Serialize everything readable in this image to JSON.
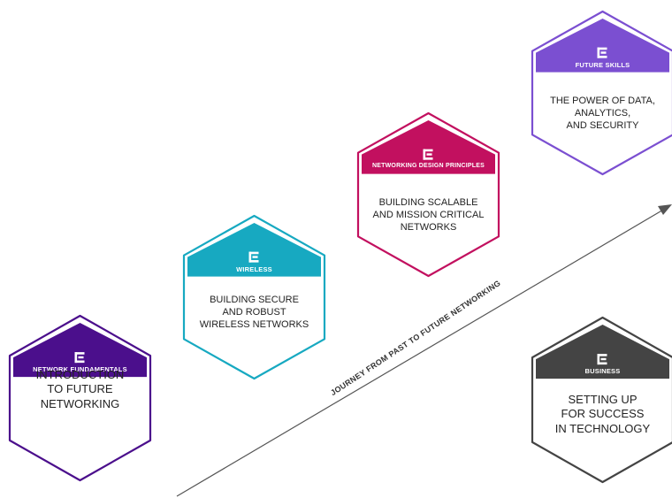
{
  "journey_label": "JOURNEY FROM PAST TO FUTURE NETWORKING",
  "arrow_color": "#555555",
  "badges": [
    {
      "key": "network-fundamentals",
      "title": "NETWORK FUNDAMENTALS",
      "color": "#4b0f8c",
      "icon": "extreme-e-logo-icon",
      "lines": [
        "INTRODUCTION",
        "TO FUTURE",
        "NETWORKING"
      ]
    },
    {
      "key": "wireless",
      "title": "WIRELESS",
      "color": "#17a9c1",
      "icon": "extreme-e-logo-icon",
      "lines": [
        "BUILDING SECURE",
        "AND ROBUST",
        "WIRELESS NETWORKS"
      ]
    },
    {
      "key": "networking-design-principles",
      "title": "NETWORKING DESIGN PRINCIPLES",
      "color": "#c2105f",
      "icon": "extreme-e-logo-icon",
      "lines": [
        "BUILDING SCALABLE",
        "AND MISSION CRITICAL",
        "NETWORKS"
      ]
    },
    {
      "key": "future-skills",
      "title": "FUTURE SKILLS",
      "color": "#7b4fd1",
      "icon": "extreme-e-logo-icon",
      "lines": [
        "THE POWER OF DATA,",
        "ANALYTICS,",
        "AND SECURITY"
      ]
    },
    {
      "key": "business",
      "title": "BUSINESS",
      "color": "#444444",
      "icon": "extreme-e-logo-icon",
      "lines": [
        "SETTING UP",
        "FOR SUCCESS",
        "IN TECHNOLOGY"
      ]
    }
  ]
}
